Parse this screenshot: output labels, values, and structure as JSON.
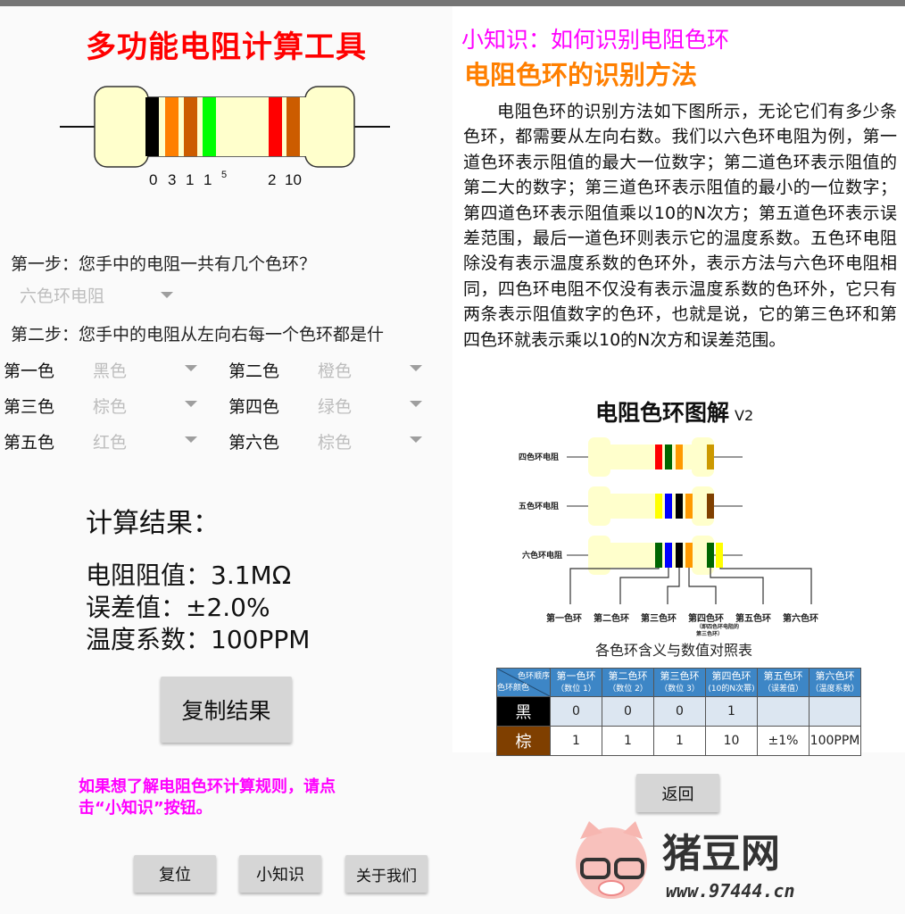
{
  "left": {
    "title": "多功能电阻计算工具",
    "resistor": {
      "band_colors": [
        "#000000",
        "#ff7f00",
        "#cc5c00",
        "#00ff00",
        "#ff0000",
        "#cc5c00"
      ],
      "digits": [
        "0",
        "3",
        "1",
        "1",
        "5",
        "2",
        "10"
      ]
    },
    "step1": "第一步：您手中的电阻一共有几个色环？",
    "band_count_value": "六色环电阻",
    "step2": "第二步：您手中的电阻从左向右每一个色环都是什",
    "bands": [
      {
        "label": "第一色",
        "value": "黑色"
      },
      {
        "label": "第二色",
        "value": "橙色"
      },
      {
        "label": "第三色",
        "value": "棕色"
      },
      {
        "label": "第四色",
        "value": "绿色"
      },
      {
        "label": "第五色",
        "value": "红色"
      },
      {
        "label": "第六色",
        "value": "棕色"
      }
    ],
    "result_heading": "计算结果：",
    "resistance": "电阻阻值：3.1MΩ",
    "tolerance": "误差值：±2.0%",
    "temp_coef": "温度系数：100PPM",
    "copy_button": "复制结果",
    "hint": "如果想了解电阻色环计算规则，请点击“小知识”按钮。",
    "buttons": {
      "reset": "复位",
      "tips": "小知识",
      "about": "关于我们"
    }
  },
  "right": {
    "tip_title": "小知识：如何识别电阻色环",
    "heading": "电阻色环的识别方法",
    "paragraph": "电阻色环的识别方法如下图所示，无论它们有多少条色环，都需要从左向右数。我们以六色环电阻为例，第一道色环表示阻值的最大一位数字；第二道色环表示阻值的第二大的数字；第三道色环表示阻值的最小的一位数字；第四道色环表示阻值乘以10的N次方；第五道色环表示误差范围，最后一道色环则表示它的温度系数。五色环电阻除没有表示温度系数的色环外，表示方法与六色环电阻相同，四色环电阻不仅没有表示温度系数的色环外，它只有两条表示阻值数字的色环，也就是说，它的第三色环和第四色环就表示乘以10的N次方和误差范围。",
    "diagram": {
      "title": "电阻色环图解",
      "version": "V2",
      "rows": [
        "四色环电阻",
        "五色环电阻",
        "六色环电阻"
      ],
      "ring_labels": [
        "第一色环",
        "第二色环",
        "第三色环",
        "第四色环",
        "第五色环",
        "第六色环"
      ],
      "ring4_note": "（即四色环电阻的第三色环）"
    },
    "table": {
      "title": "各色环含义与数值对照表",
      "corner_top": "色环顺序",
      "corner_bottom": "色环颜色",
      "headers": [
        {
          "name": "第一色环",
          "sub": "（数位 1）"
        },
        {
          "name": "第二色环",
          "sub": "（数位 2）"
        },
        {
          "name": "第三色环",
          "sub": "（数位 3）"
        },
        {
          "name": "第四色环",
          "sub": "(10的N次幂)"
        },
        {
          "name": "第五色环",
          "sub": "（误差值）"
        },
        {
          "name": "第六色环",
          "sub": "（温度系数）"
        }
      ],
      "rows": [
        {
          "color": "黑",
          "bg": "#000000",
          "cells": [
            "0",
            "0",
            "0",
            "1",
            "",
            ""
          ]
        },
        {
          "color": "棕",
          "bg": "#7f3f00",
          "cells": [
            "1",
            "1",
            "1",
            "10",
            "±1%",
            "100PPM"
          ]
        }
      ]
    },
    "back_button": "返回"
  },
  "watermark": {
    "name": "猪豆网",
    "url": "www.97444.cn"
  }
}
